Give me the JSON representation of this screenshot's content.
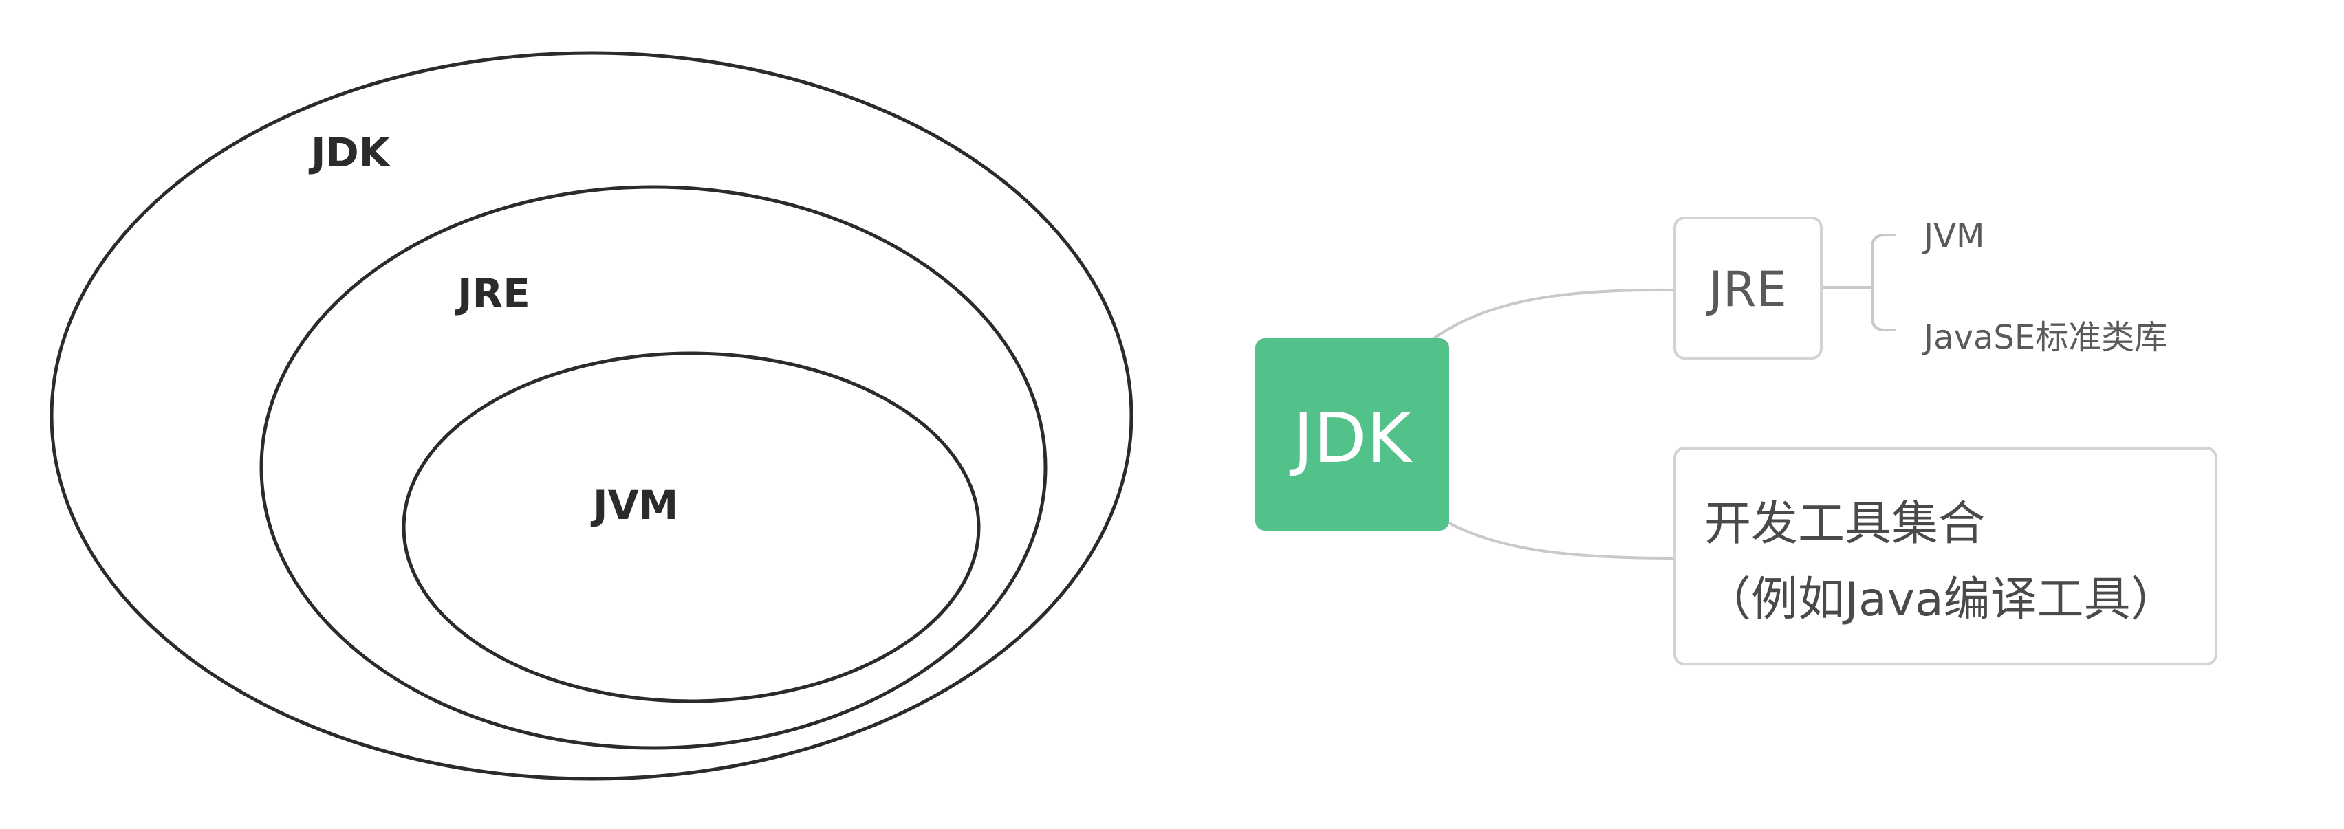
{
  "venn": {
    "outer_label": "JDK",
    "middle_label": "JRE",
    "inner_label": "JVM"
  },
  "mindmap": {
    "root": "JDK",
    "jre_node": {
      "label": "JRE",
      "children": [
        "JVM",
        "JavaSE标准类库"
      ]
    },
    "tools_node": {
      "line1": "开发工具集合",
      "line2": "（例如Java编译工具）"
    }
  },
  "colors": {
    "root_fill": "#52c28a",
    "outline": "#2b2b2b",
    "connector": "#c9c9c9",
    "box_border": "#d3d3d3"
  }
}
